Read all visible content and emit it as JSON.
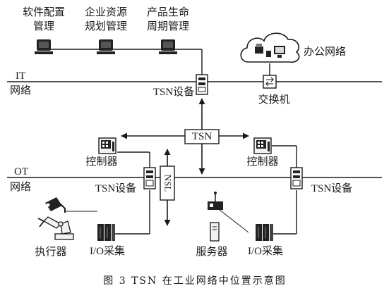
{
  "figure": {
    "caption": "图 3   TSN 在工业网络中位置示意图"
  },
  "labels": {
    "software_config": [
      "软件配置",
      "管理"
    ],
    "erp": [
      "企业资源",
      "规划管理"
    ],
    "plm": [
      "产品生命",
      "周期管理"
    ],
    "office_network": "办公网络",
    "it_network": [
      "IT",
      "网络"
    ],
    "ot_network": [
      "OT",
      "网络"
    ],
    "tsn_device": "TSN设备",
    "switch": "交换机",
    "tsn_center": "TSN",
    "nsl": "NSL",
    "controller": "控制器",
    "executor": "执行器",
    "io_collect": "I/O采集",
    "server": "服务器"
  },
  "colors": {
    "line": "#1a1a1a",
    "fill_light": "#f2f2f2",
    "fill_dark": "#222222"
  },
  "icons": [
    "computer-terminal-icon",
    "cloud-office-icon",
    "switch-icon",
    "tsn-device-icon",
    "controller-icon",
    "robot-arm-icon",
    "camera-icon",
    "io-module-icon",
    "server-icon",
    "router-icon"
  ]
}
